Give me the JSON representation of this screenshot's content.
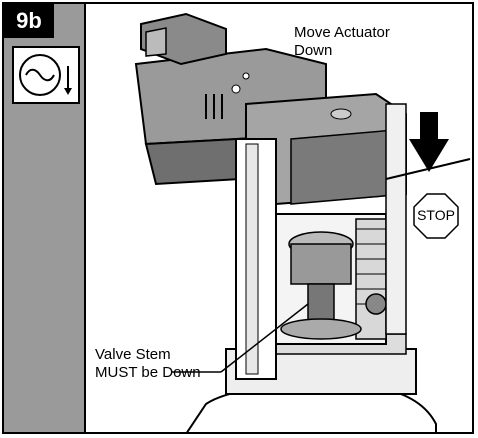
{
  "step": {
    "label": "9b"
  },
  "instruction": {
    "line1": "Move Actuator",
    "line2": "Down"
  },
  "callout": {
    "line1": "Valve Stem",
    "line2": "MUST be Down"
  },
  "stop": {
    "label": "STOP"
  },
  "icons": {
    "step_icon": "valve-rotate-down-icon",
    "arrow": "down-arrow-icon"
  }
}
